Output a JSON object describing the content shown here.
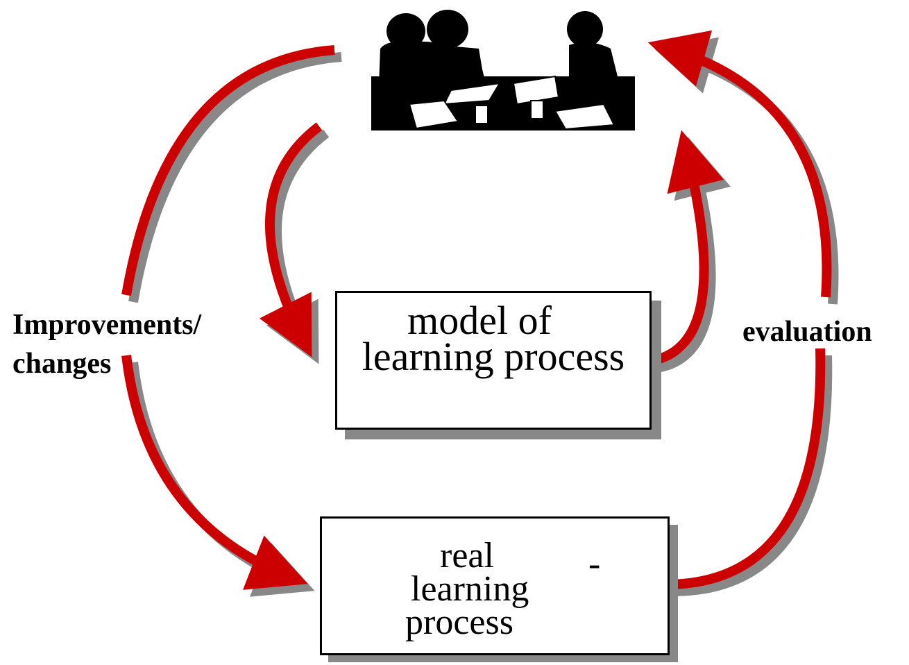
{
  "diagram": {
    "model_box": {
      "line1": "model of",
      "line2": "learning process"
    },
    "real_box": {
      "line1": "real",
      "line2": "learning",
      "line3": "process",
      "mark": "-"
    },
    "left_label": {
      "line1": "Improvements/",
      "line2": "changes"
    },
    "right_label": "evaluation",
    "image": "people-meeting-at-table",
    "colors": {
      "arrow": "#cc0000",
      "arrow_shadow": "#888888",
      "box_border": "#000000",
      "text": "#000000"
    }
  }
}
